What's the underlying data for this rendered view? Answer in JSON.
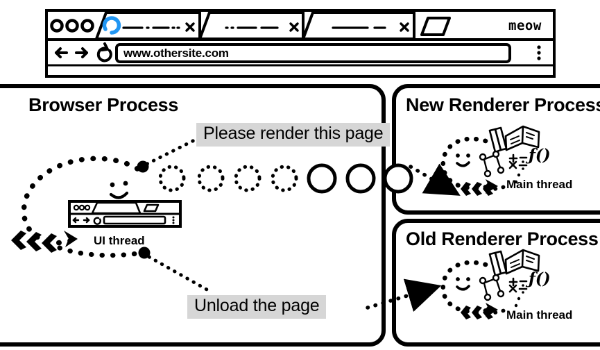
{
  "browser_window": {
    "name": "browser-chrome-mock",
    "brand_label": "meow",
    "url": "www.othersite.com",
    "nav": {
      "back_icon": "arrow-left-icon",
      "forward_icon": "arrow-right-icon",
      "reload_icon": "reload-icon",
      "menu_icon": "kebab-menu-icon"
    },
    "window_controls_icon": "three-dot-window-controls-icon",
    "new_tab_icon": "new-tab-icon",
    "tabs": [
      {
        "id": "tab-1",
        "title": "",
        "loading": true,
        "active": true,
        "close_icon": "close-icon",
        "spinner_color": "#2196f3"
      },
      {
        "id": "tab-2",
        "title": "",
        "loading": false,
        "active": false,
        "close_icon": "close-icon"
      },
      {
        "id": "tab-3",
        "title": "",
        "loading": false,
        "active": false,
        "close_icon": "close-icon"
      }
    ]
  },
  "diagram": {
    "type": "process-sequence",
    "highlight_color": "#d6d6d6",
    "stroke_color": "#000000",
    "panels": [
      {
        "id": "browser-process",
        "title": "Browser Process",
        "thread_label": "UI thread",
        "thread_icon": "browser-window-face-icon"
      },
      {
        "id": "new-renderer-process",
        "title": "New Renderer Process",
        "thread_label": "Main thread",
        "thread_icon": "main-thread-face-icon"
      },
      {
        "id": "old-renderer-process",
        "title": "Old Renderer Process",
        "thread_label": "Main thread",
        "thread_icon": "main-thread-face-icon"
      }
    ],
    "messages": [
      {
        "id": "render-message",
        "label": "Please render this page",
        "from": "browser-process",
        "to": "new-renderer-process"
      },
      {
        "id": "unload-message",
        "label": "Unload the page",
        "from": "browser-process",
        "to": "old-renderer-process"
      }
    ],
    "ipc_dots": {
      "description": "IPC message circles travelling between processes",
      "dotted_count": 4,
      "solid_count": 3
    }
  }
}
